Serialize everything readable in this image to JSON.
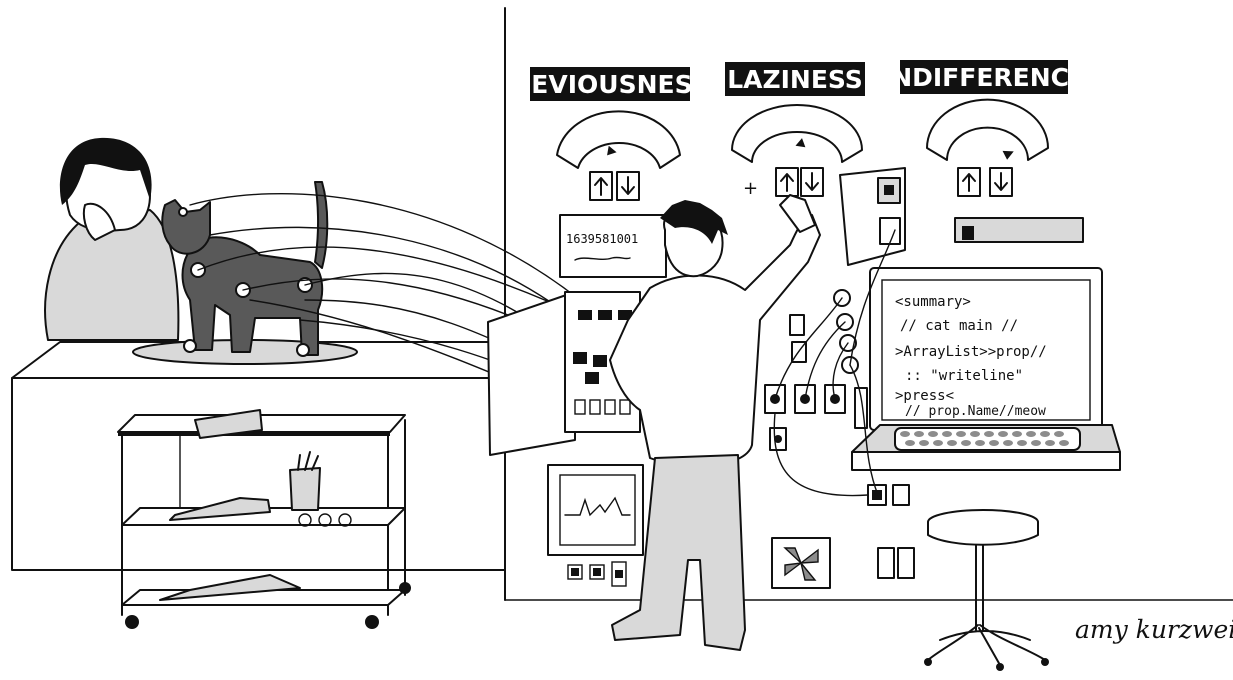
{
  "meters": [
    {
      "label": "DEVIOUSNESS",
      "level": 0.4
    },
    {
      "label": "LAZINESS",
      "level": 0.55
    },
    {
      "label": "INDIFFERENCE",
      "level": 0.85
    }
  ],
  "readout": {
    "number": "1639581001"
  },
  "screen": {
    "lines": [
      "<summary>",
      "// cat main //",
      ">ArrayList>>prop//",
      ":: \"writeline\"",
      ">press<",
      "// prop.Name//meow"
    ]
  },
  "signature": "amy kurzweil"
}
